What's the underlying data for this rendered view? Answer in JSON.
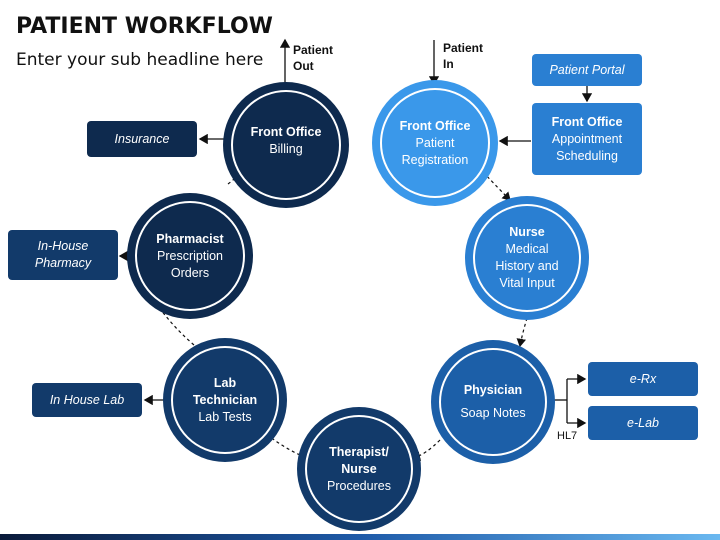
{
  "header": {
    "title": "PATIENT WORKFLOW",
    "subtitle": "Enter your sub headline here"
  },
  "colors": {
    "dark_navy": "#0e2a4e",
    "navy": "#123a6a",
    "mid_blue": "#1c5fa8",
    "blue": "#2a7fd2",
    "light_blue": "#3a98ea"
  },
  "nodes": {
    "front_office_billing": {
      "title": "Front Office",
      "lines": [
        "Billing"
      ]
    },
    "front_office_registration": {
      "title": "Front Office",
      "lines": [
        "Patient",
        "Registration"
      ]
    },
    "nurse": {
      "title": "Nurse",
      "lines": [
        "Medical",
        "History and",
        "Vital Input"
      ]
    },
    "physician": {
      "title": "Physician",
      "lines": [
        "Soap Notes"
      ]
    },
    "therapist": {
      "title": "Therapist/",
      "title2": "Nurse",
      "lines": [
        "Procedures"
      ]
    },
    "lab_technician": {
      "title": "Lab",
      "title2": "Technician",
      "lines": [
        "Lab Tests"
      ]
    },
    "pharmacist": {
      "title": "Pharmacist",
      "lines": [
        "Prescription",
        "Orders"
      ]
    }
  },
  "boxes": {
    "insurance": "Insurance",
    "in_house_pharmacy_1": "In-House",
    "in_house_pharmacy_2": "Pharmacy",
    "in_house_lab": "In House Lab",
    "patient_portal": "Patient Portal",
    "appointment": {
      "title": "Front Office",
      "line1": "Appointment",
      "line2": "Scheduling"
    },
    "erx": "e-Rx",
    "elab": "e-Lab"
  },
  "labels": {
    "patient_out_1": "Patient",
    "patient_out_2": "Out",
    "patient_in_1": "Patient",
    "patient_in_2": "In",
    "hl7": "HL7"
  }
}
